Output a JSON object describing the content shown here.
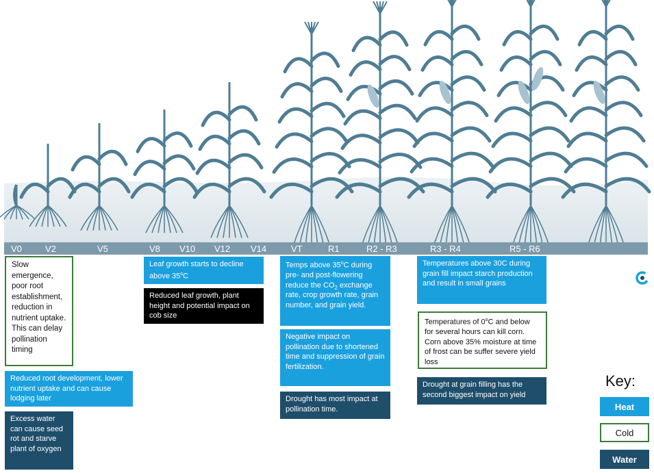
{
  "stages": [
    "V0",
    "V2",
    "V5",
    "V8",
    "V10",
    "V12",
    "V14",
    "VT",
    "R1",
    "R2 - R3",
    "R3 - R4",
    "R5 - R6"
  ],
  "boxes": {
    "early_cold": "Slow emergence, poor root establishment, reduction in nutrient uptake.  This can delay pollination timing",
    "early_heat": "Reduced root development, lower nutrient uptake and can cause lodging later",
    "early_water": "Excess water can cause seed rot and starve plant of oxygen",
    "veg_heat_a": "Leaf growth starts to decline above 35",
    "veg_heat_sup": "o",
    "veg_heat_b": "C",
    "veg_black": "Reduced leaf growth, plant height and potential impact on cob size",
    "flower_heat_1a": "Temps above 35",
    "flower_heat_1sup": "o",
    "flower_heat_1b": "C during pre- and post-flowering reduce the CO",
    "flower_heat_1sub": "2",
    "flower_heat_1c": " exchange rate, crop growth rate, grain number, and grain yield.",
    "flower_heat_2": "Negative impact on pollination due to shortened time and suppression of grain fertilization.",
    "flower_water": "Drought has most impact at pollination time.",
    "fill_heat": "Temperatures above 30C during grain fill impact starch production and result in small grains",
    "fill_cold_a": "Temperatures of 0",
    "fill_cold_sup": "o",
    "fill_cold_b": "C and below for several hours can kill corn. Corn above 35% moisture at time of frost can be suffer severe yield loss",
    "fill_water": "Drought at grain filling has the second biggest impact on yield"
  },
  "key": {
    "title": "Key:",
    "heat": "Heat",
    "cold": "Cold",
    "water": "Water"
  },
  "colors": {
    "heat": "#1ba0de",
    "water": "#1f4e6b",
    "cold_border": "#3b7a3b",
    "plant": "#4f7d94",
    "soil": "#e3eaee"
  }
}
